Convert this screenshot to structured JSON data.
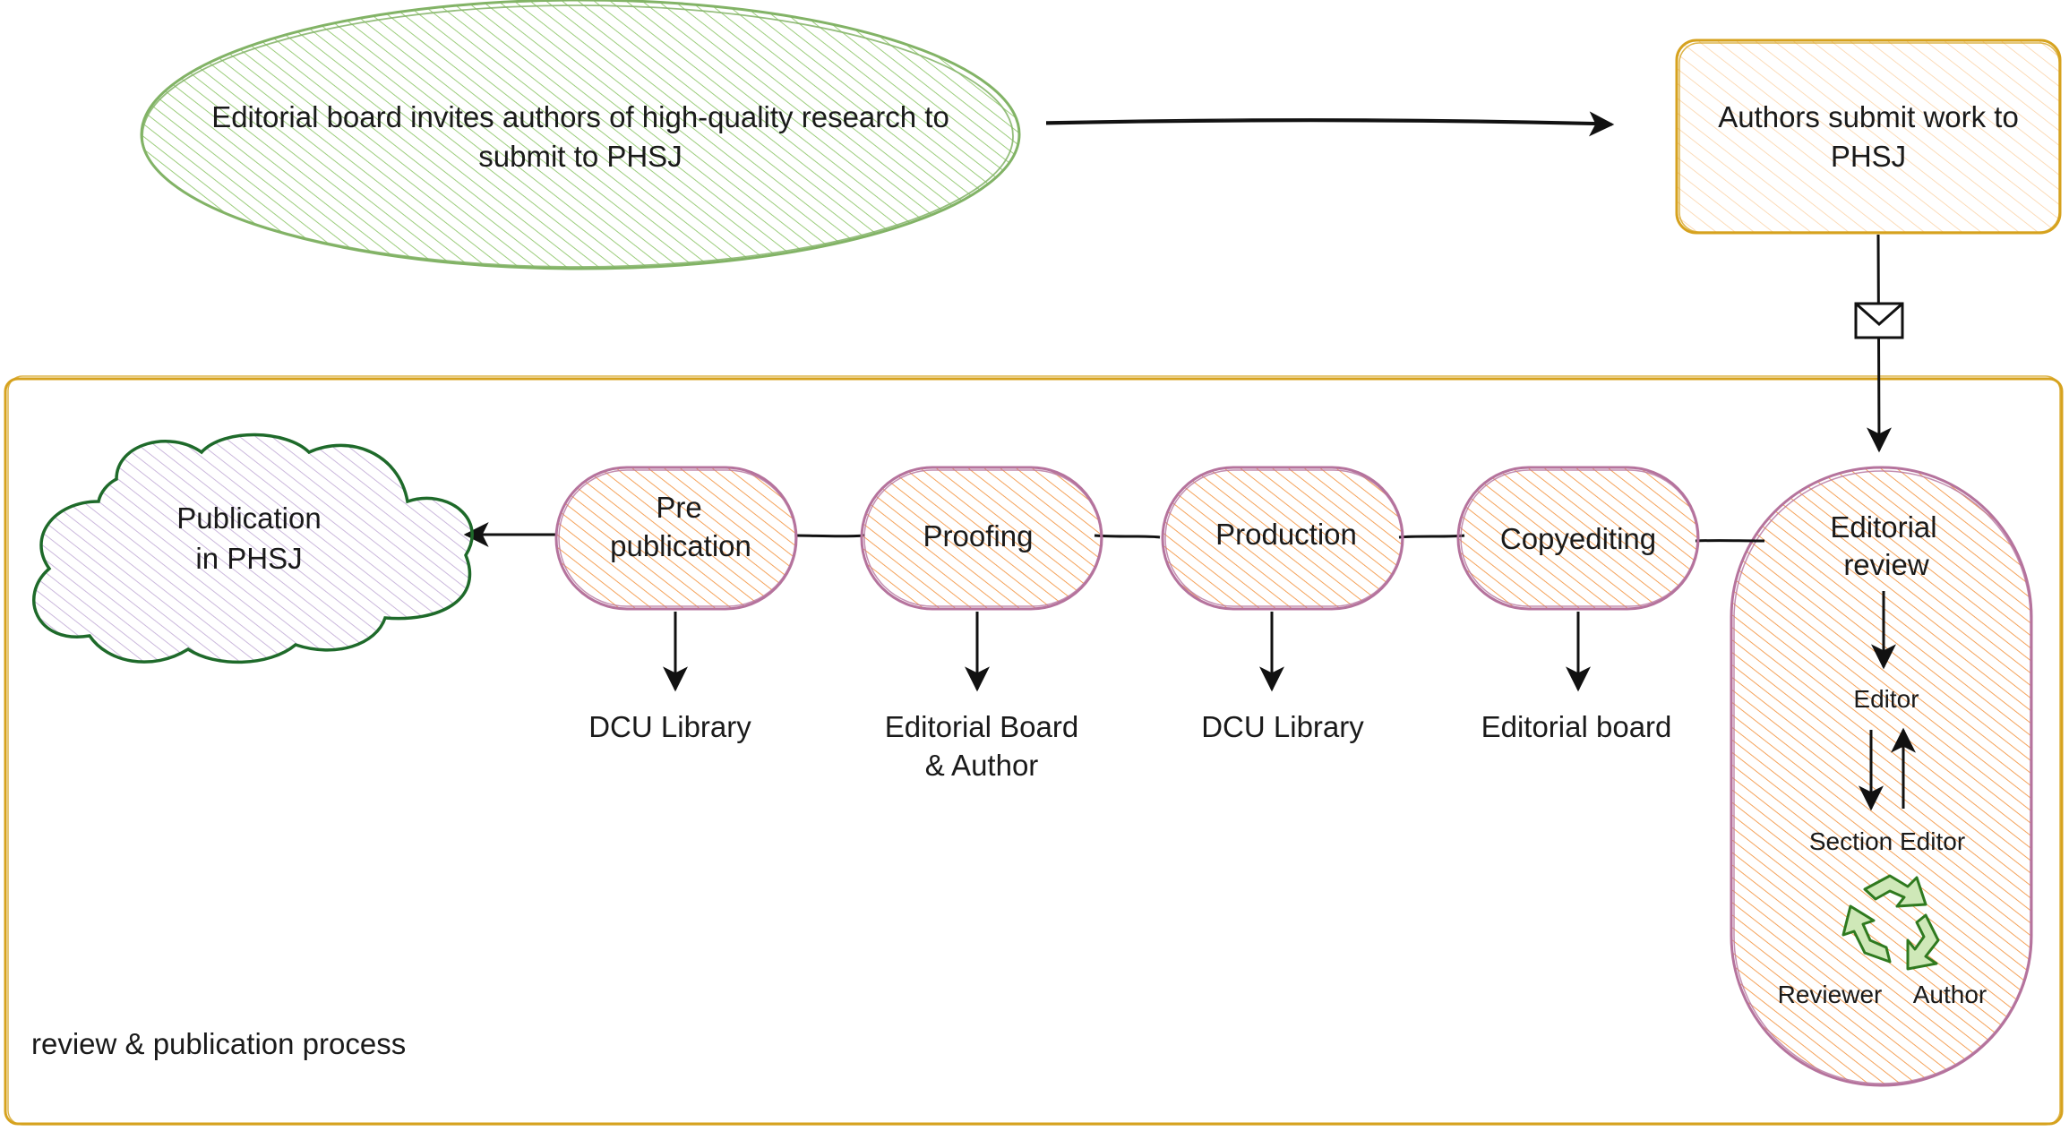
{
  "invite": {
    "line1": "Editorial board invites authors of high-quality research to",
    "line2": "submit to PHSJ"
  },
  "submit": {
    "line1": "Authors submit work to",
    "line2": "PHSJ"
  },
  "container_label": "review & publication process",
  "publication": {
    "line1": "Publication",
    "line2": "in PHSJ"
  },
  "stages": {
    "prepub": {
      "line1": "Pre",
      "line2": "publication",
      "owner1": "DCU Library",
      "owner2": ""
    },
    "proofing": {
      "line1": "Proofing",
      "owner1": "Editorial Board",
      "owner2": "& Author"
    },
    "production": {
      "line1": "Production",
      "owner1": "DCU Library",
      "owner2": ""
    },
    "copyediting": {
      "line1": "Copyediting",
      "owner1": "Editorial board",
      "owner2": ""
    }
  },
  "review": {
    "line1": "Editorial",
    "line2": "review",
    "editor": "Editor",
    "section_editor": "Section Editor",
    "reviewer": "Reviewer",
    "author": "Author"
  },
  "colors": {
    "green_stroke": "#82b366",
    "green_hatch": "#9ccd7c",
    "gold_stroke": "#d6a21e",
    "orange_hatch": "#f5a35b",
    "purple_stroke": "#b5739d",
    "cloud_stroke": "#1e6a2a",
    "cloud_hatch": "#cbb8dc",
    "recycle": "#2f7a1f"
  }
}
